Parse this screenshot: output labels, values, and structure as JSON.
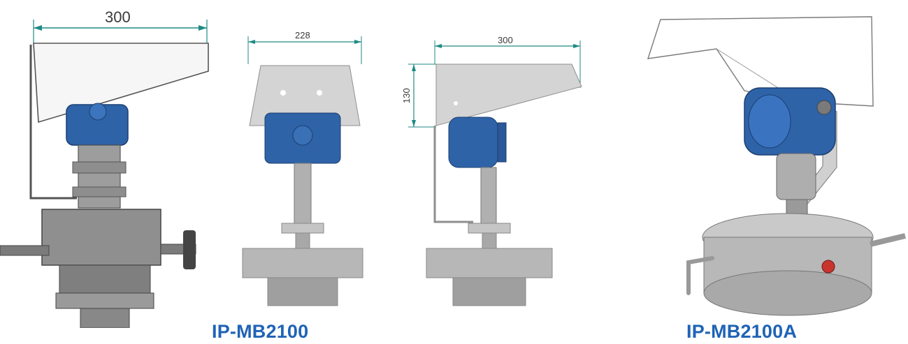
{
  "colors": {
    "caption": "#1f63b6",
    "dimension_line": "#1f8a84",
    "transmitter_blue": "#2e63a8",
    "steel": "#a7a9ac",
    "shield": "#e9e9e9"
  },
  "figures": [
    {
      "id": "left-photo",
      "dimension_label": "300"
    },
    {
      "id": "front-view",
      "dimension_label": "228"
    },
    {
      "id": "side-view",
      "dimension_label_width": "300",
      "dimension_label_height": "130"
    },
    {
      "id": "iso-view"
    }
  ],
  "captions": {
    "left": "IP-MB2100",
    "right": "IP-MB2100A"
  }
}
